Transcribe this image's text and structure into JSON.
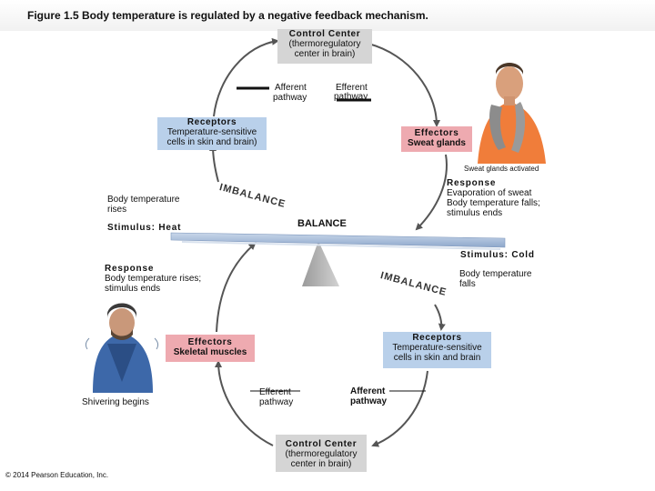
{
  "title": "Figure 1.5 Body temperature is regulated by a negative feedback mechanism.",
  "top": {
    "control_center_title": "Control Center",
    "control_center_desc1": "(thermoregulatory",
    "control_center_desc2": "center in brain)",
    "afferent1": "Afferent",
    "afferent2": "pathway",
    "efferent1": "Efferent",
    "efferent2": "pathway",
    "receptors_title": "Receptors",
    "receptors_desc1": "Temperature-sensitive",
    "receptors_desc2": "cells in skin and brain)",
    "effectors_title": "Effectors",
    "effectors_desc": "Sweat glands",
    "sweat_activated": "Sweat glands activated",
    "response_title": "Response",
    "response_line1": "Evaporation of sweat",
    "response_line2": "Body temperature falls;",
    "response_line3": "stimulus ends",
    "body_temp_rises1": "Body temperature",
    "body_temp_rises2": "rises",
    "stimulus_heat": "Stimulus: Heat",
    "imbalance": "IMBALANCE"
  },
  "balance": "BALANCE",
  "bottom": {
    "stimulus_cold": "Stimulus: Cold",
    "body_temp_falls1": "Body temperature",
    "body_temp_falls2": "falls",
    "response_title": "Response",
    "response_line1": "Body temperature rises;",
    "response_line2": "stimulus ends",
    "imbalance": "IMBALANCE",
    "receptors_title": "Receptors",
    "receptors_desc1": "Temperature-sensitive",
    "receptors_desc2": "cells in skin and brain",
    "effectors_title": "Effectors",
    "effectors_desc": "Skeletal muscles",
    "shivering": "Shivering begins",
    "efferent1": "Efferent",
    "efferent2": "pathway",
    "afferent1": "Afferent",
    "afferent2": "pathway",
    "control_center_title": "Control Center",
    "control_center_desc1": "(thermoregulatory",
    "control_center_desc2": "center in brain)"
  },
  "copyright": "© 2014 Pearson Education, Inc.",
  "colors": {
    "receptor_box": "#b9d0ea",
    "effector_box": "#eeaab0",
    "control_box": "#d5d5d5",
    "seesaw_beam": "#9fb6d6"
  }
}
